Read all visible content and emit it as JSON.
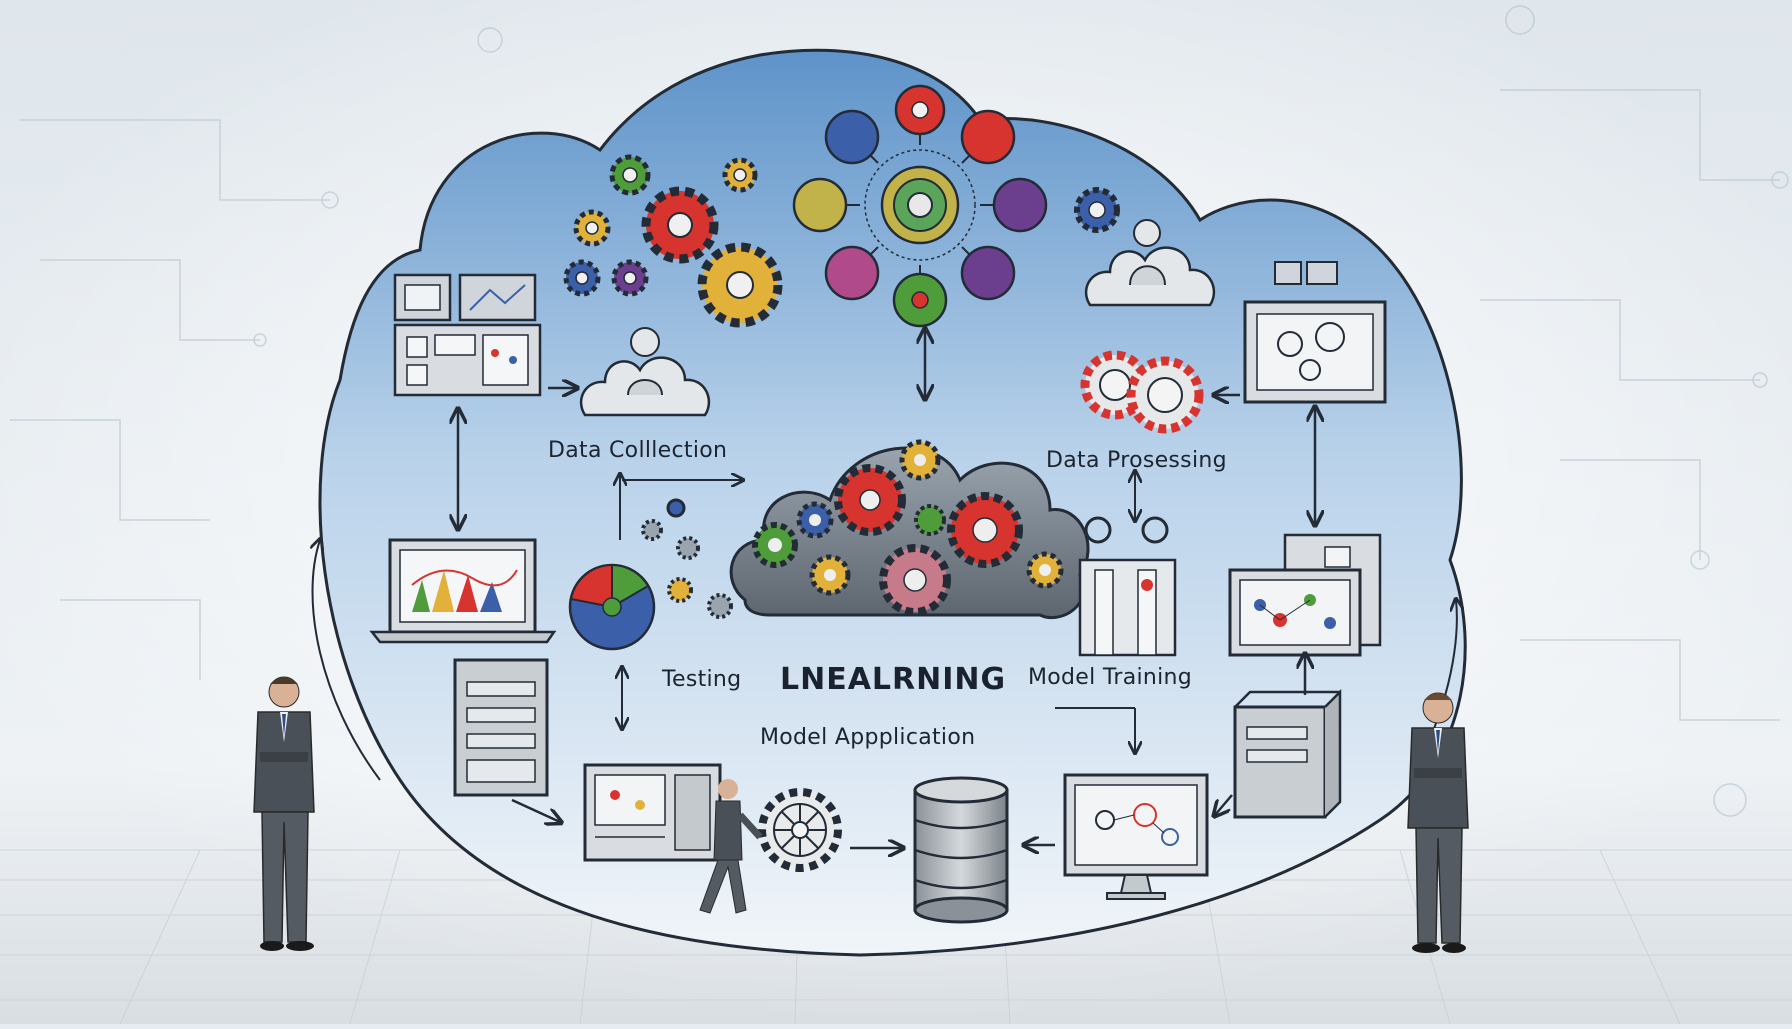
{
  "labels": {
    "data_collection": "Data Colllection",
    "data_processing": "Data Prosessing",
    "testing": "Testing",
    "center_title": "LNEALRNING",
    "model_training": "Model Training",
    "model_application": "Model Appplication"
  },
  "colors": {
    "cloud_fill_top": "#5e93c9",
    "cloud_fill_bottom": "#eef3f8",
    "outline": "#222b36",
    "gear_red": "#d8342f",
    "gear_yellow": "#e1b13a",
    "gear_green": "#4f9d3a",
    "gear_purple": "#6b3f8e",
    "gear_blue": "#3b5fa8",
    "suit": "#4a5058"
  },
  "icons": [
    "monitor-icon",
    "cloud-user-icon",
    "gear-cluster-icon",
    "hub-network-icon",
    "gear-pair-icon",
    "server-icon",
    "database-icon",
    "pie-chart-icon",
    "dashboard-icon",
    "person-icon"
  ]
}
